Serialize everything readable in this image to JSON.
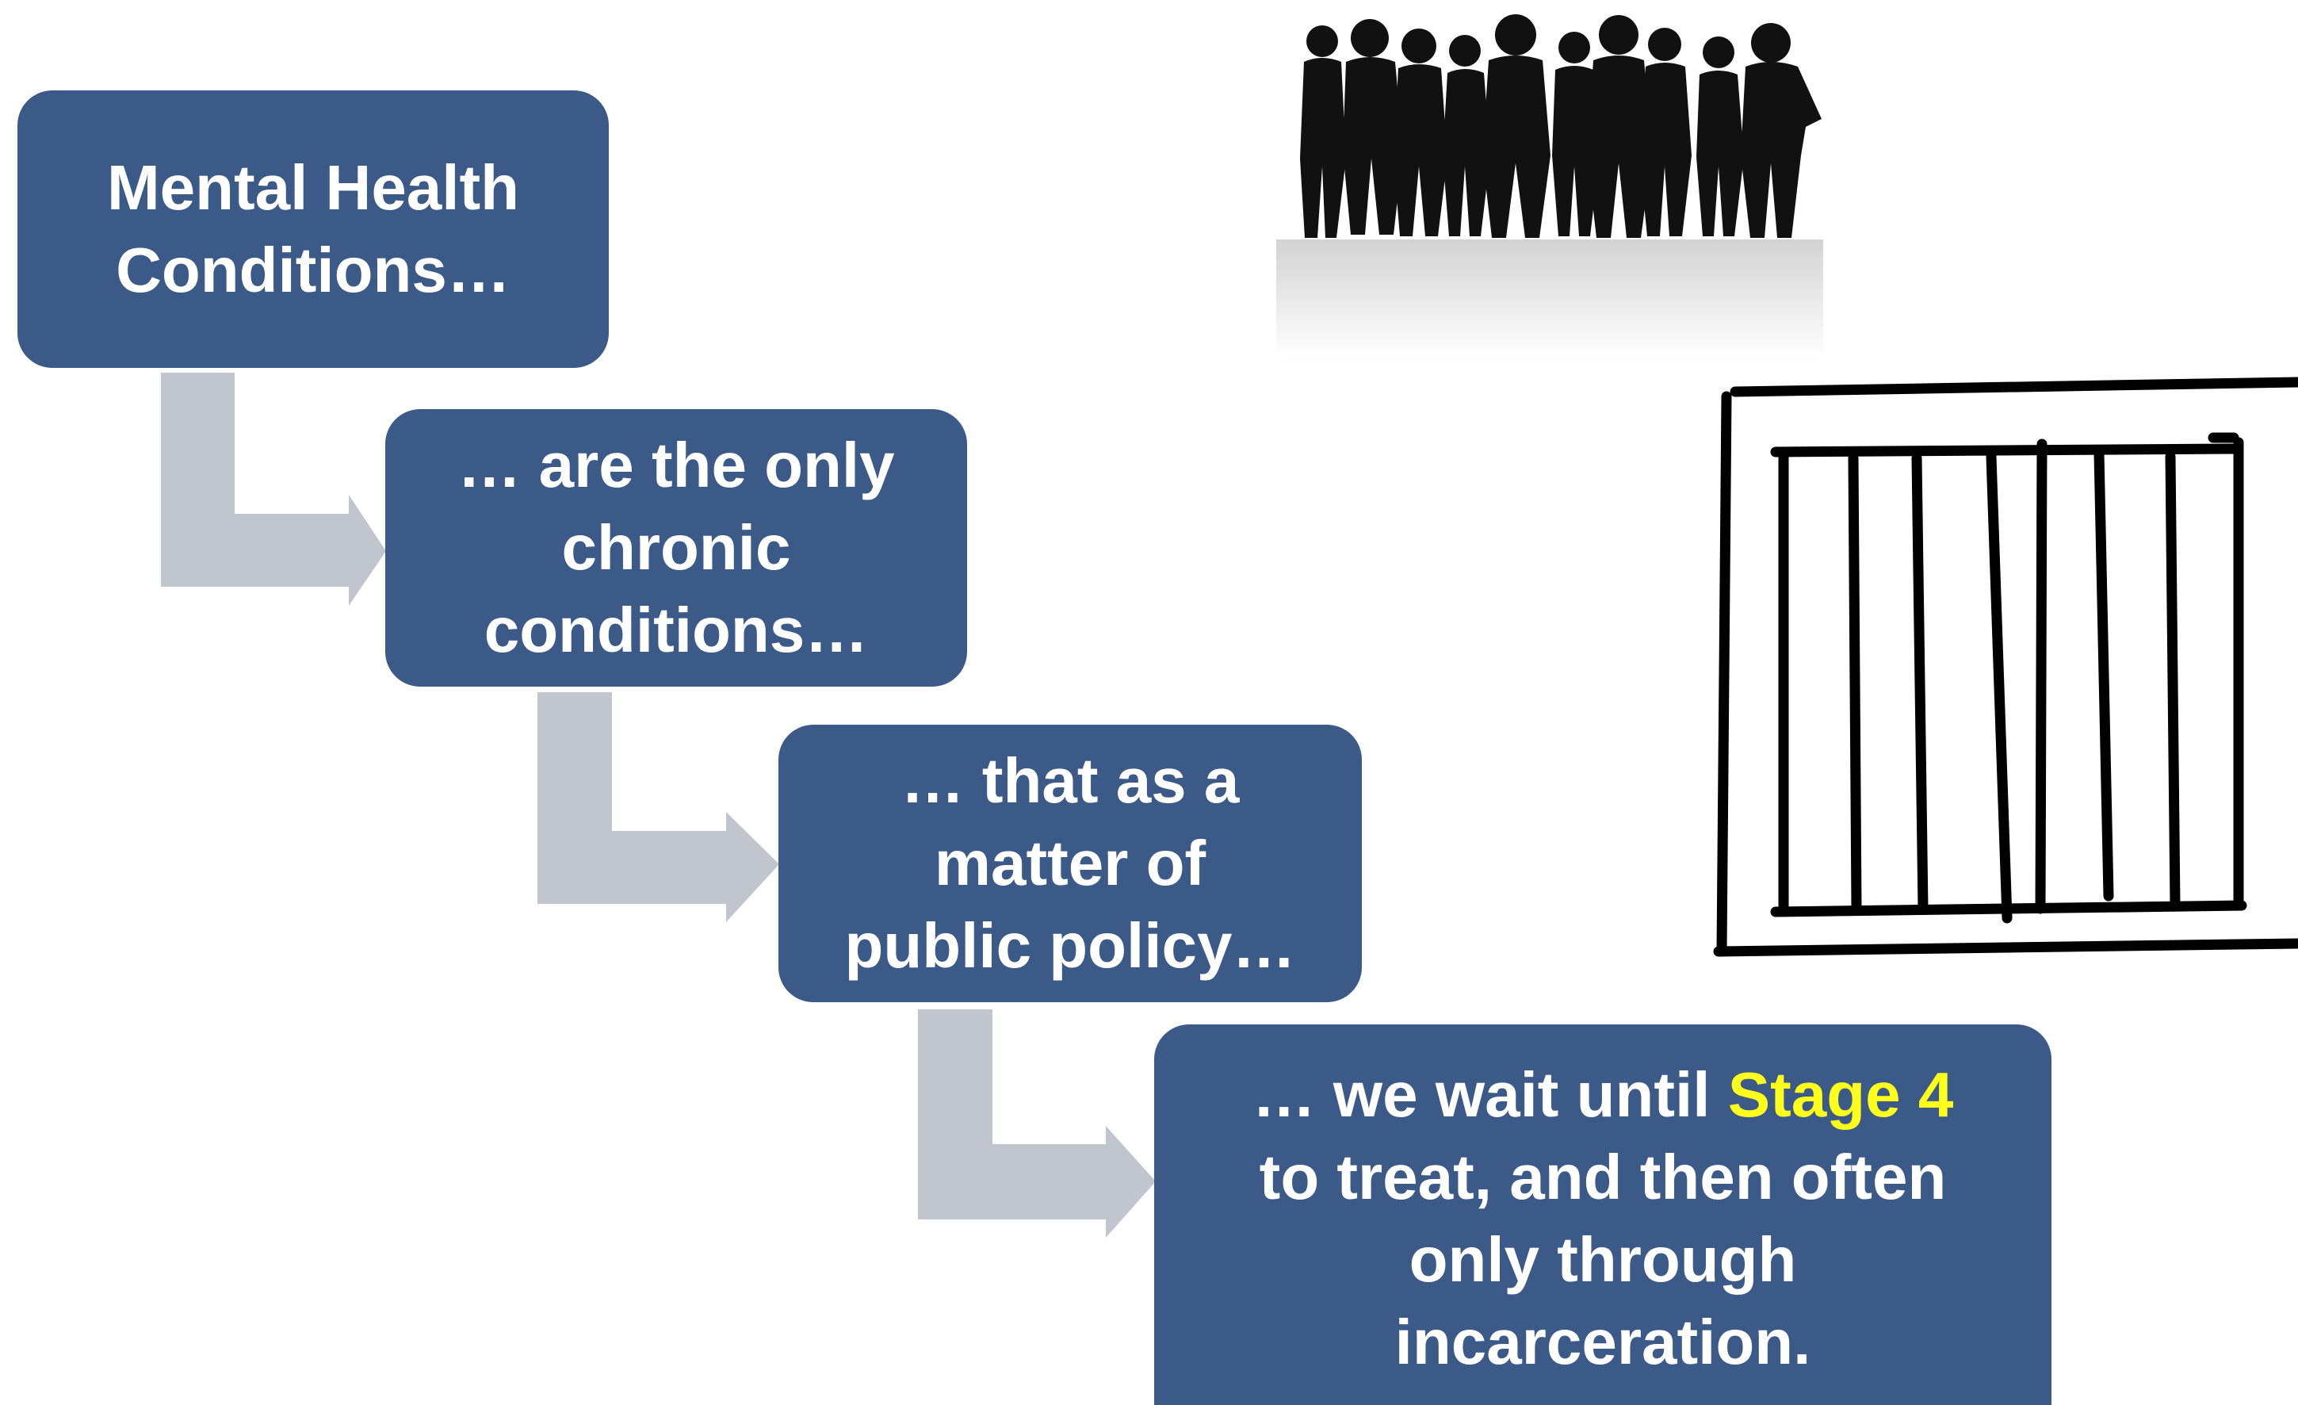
{
  "colors": {
    "box_fill": "#3b5a88",
    "box_text": "#ffffff",
    "arrow_fill": "#c1c5cd",
    "highlight": "#ffff1e",
    "illustration": "#000000"
  },
  "steps": [
    {
      "lines": [
        "Mental Health",
        "Conditions…"
      ]
    },
    {
      "lines": [
        "… are the only",
        "chronic",
        "conditions…"
      ]
    },
    {
      "lines": [
        "… that as a",
        "matter of",
        "public policy…"
      ]
    },
    {
      "line1_pre": "… we wait until ",
      "line1_highlight": "Stage 4",
      "lines_rest": [
        "to treat, and then often",
        "only through",
        "incarceration."
      ]
    }
  ],
  "illustrations": {
    "crowd": "people-crowd-silhouette-icon",
    "jail": "jail-bars-icon"
  }
}
